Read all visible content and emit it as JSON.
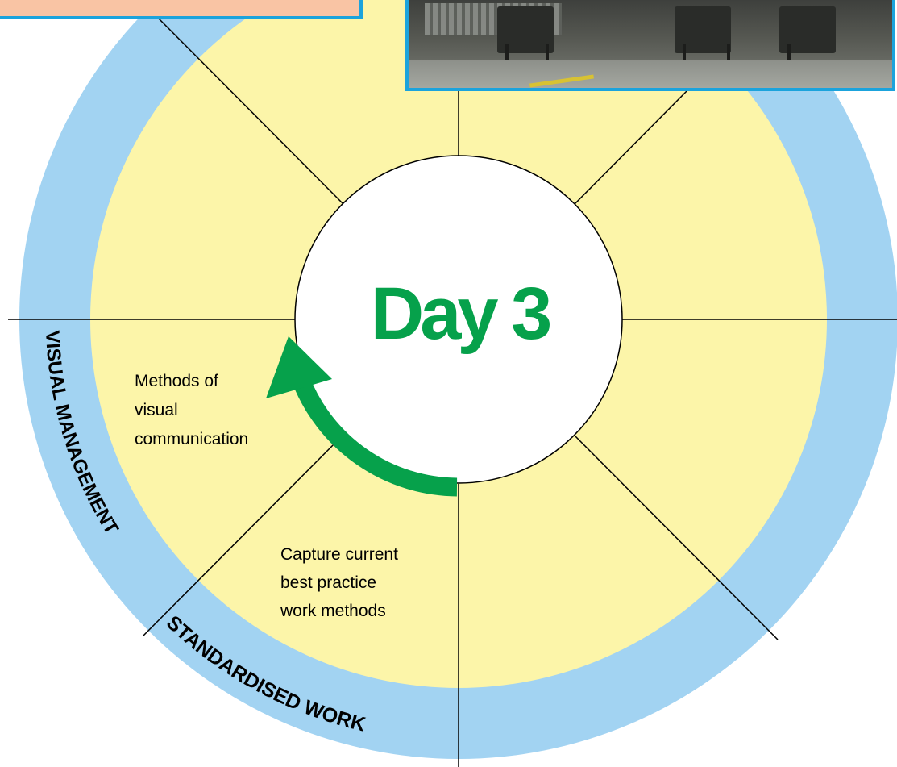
{
  "center": {
    "label": "Day 3",
    "color": "#06a14b"
  },
  "outer_ring": {
    "color": "#a2d3f2"
  },
  "wheel": {
    "fill_color": "#fcf5a9",
    "line_color": "#000000",
    "segment_count": 8
  },
  "segments": [
    {
      "lines": [
        "Methods of",
        "visual",
        "communication"
      ]
    },
    {
      "lines": [
        "Capture current",
        "best practice",
        "work methods"
      ]
    }
  ],
  "ring_labels": {
    "visual_management": "VISUAL MANAGEMENT",
    "standardised_work": "STANDARDISED WORK"
  },
  "colors": {
    "banner_fill": "#f9c4a4",
    "banner_border": "#1ba3dc",
    "photo_border": "#1ba3dc",
    "arrow": "#06a14b"
  },
  "icons": {
    "arrow": "curved-arrow-icon",
    "photo": "workplace-photo"
  }
}
